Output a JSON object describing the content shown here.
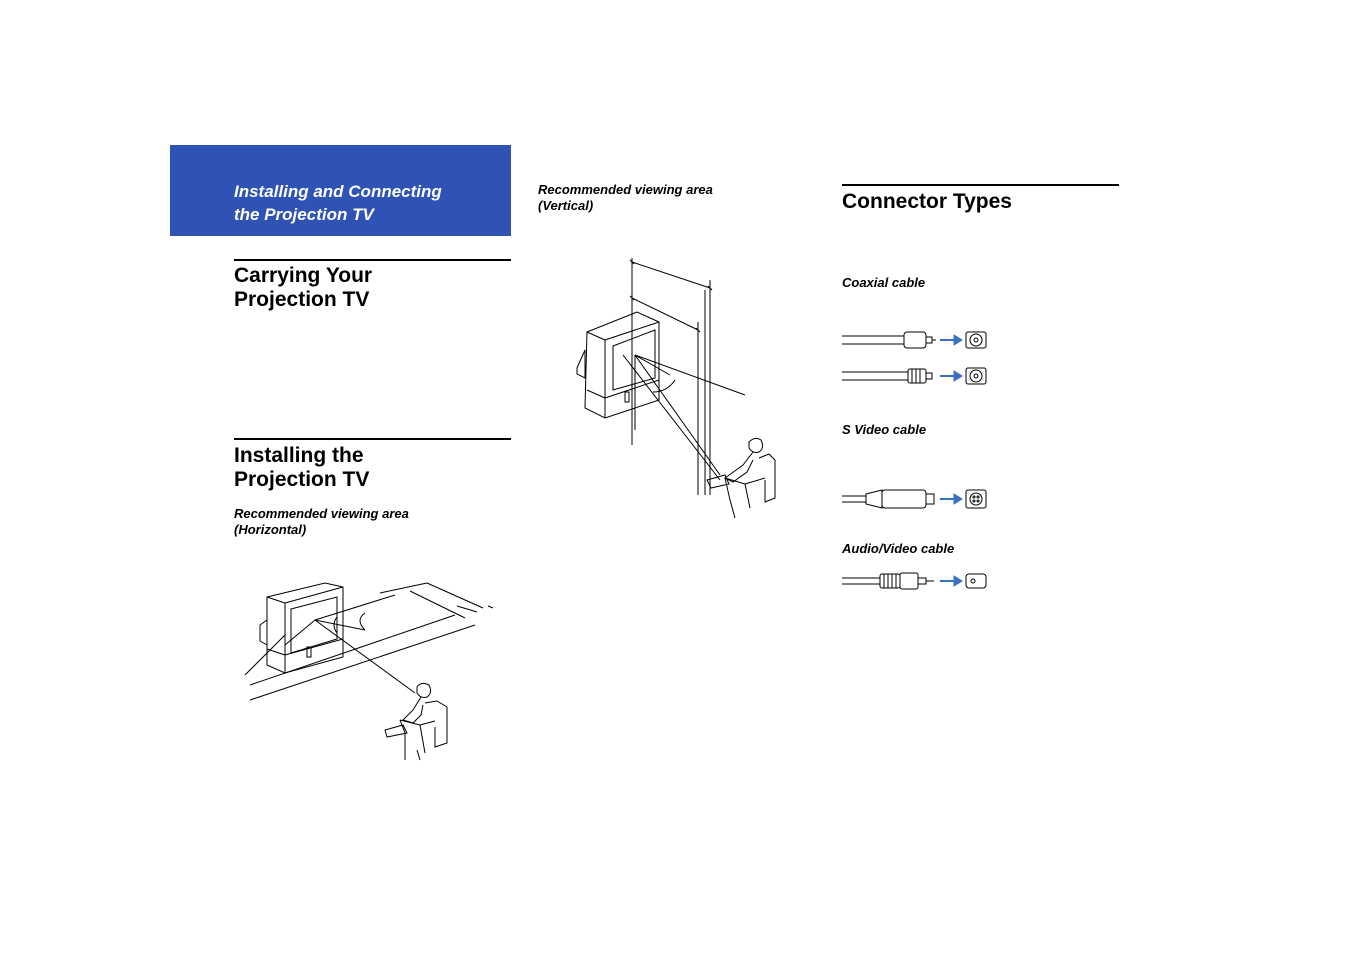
{
  "banner": {
    "title": "Installing and Connecting\nthe Projection TV",
    "color": "#2f52b5"
  },
  "left": {
    "carrying_heading": "Carrying Your\nProjection TV",
    "installing_heading": "Installing the\nProjection TV",
    "horizontal_caption": "Recommended viewing area\n(Horizontal)"
  },
  "middle": {
    "vertical_caption": "Recommended viewing area\n(Vertical)"
  },
  "right": {
    "connector_heading": "Connector Types",
    "coaxial_caption": "Coaxial cable",
    "svideo_caption": "S Video cable",
    "av_caption": "Audio/Video cable",
    "arrow_color": "#3a6fc4"
  }
}
